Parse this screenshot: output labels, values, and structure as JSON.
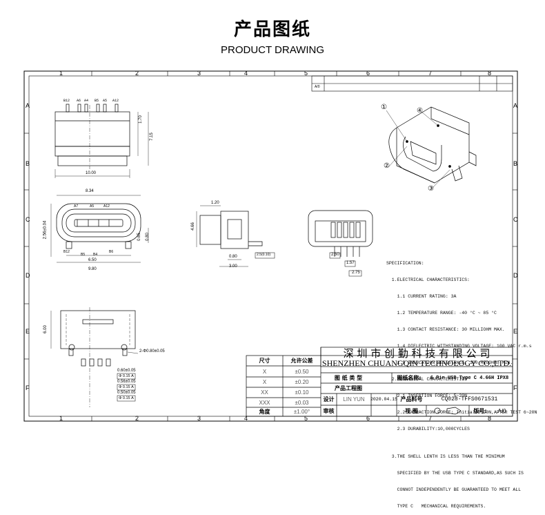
{
  "header": {
    "title_cn": "产品图纸",
    "title_en": "PRODUCT DRAWING"
  },
  "frame": {
    "col_labels": [
      "1",
      "2",
      "3",
      "4",
      "5",
      "6",
      "7",
      "8"
    ],
    "row_labels": [
      "A",
      "B",
      "C",
      "D",
      "E",
      "F"
    ]
  },
  "revision_block": {
    "row1": "A/0"
  },
  "views": {
    "front_top": {
      "pin_labels": [
        "B12",
        "A6",
        "A4",
        "B5",
        "A5",
        "A12"
      ],
      "dims": {
        "h1": "1.70",
        "h2": "7.15",
        "w": "10.00"
      }
    },
    "front": {
      "dims": {
        "top_w": "8.34",
        "a": "A7",
        "b": "A5",
        "c": "A12",
        "left": "2.56±0.04",
        "r1": "0.80",
        "r2": "0.65",
        "bottom1": "6.50",
        "bottom2": "9.80",
        "b1": "B12",
        "b2": "B5",
        "b3": "B4",
        "b4": "B6"
      }
    },
    "side": {
      "dims": {
        "top": "1.20",
        "h": "4.66",
        "w1": "0.80",
        "w2": "3.00",
        "tag": "2.5(0.10)"
      }
    },
    "pins_view": {
      "dims": {
        "a": "2.50",
        "b": "1.57",
        "c": "2.75"
      }
    },
    "bottom": {
      "dims": {
        "left": "6.00",
        "hole": "2-Φ0.80±0.05",
        "d1": "0.60±0.05",
        "t1": "Φ 0.15 A",
        "d2": "0.56±0.05",
        "t2": "Φ 0.15 A",
        "d3": "0.50±0.05",
        "t3": "Φ 0.15 A"
      }
    }
  },
  "callouts": [
    "①",
    "②",
    "③",
    "④"
  ],
  "specification": [
    "SPECIFICATION:",
    "  1.ELECTRICAL CHARACTERISTICS:",
    "    1.1 CURRENT RATING: 3A",
    "    1.2 TEMPERATURE RANGE: -40 °C ~ 85 °C",
    "    1.3 CONTACT RESISTANCE: 30 MILLIOHM MAX.",
    "    1.4 DIELECTRIC WITHSTANDING VOLTAGE: 100 VAC r.m.s",
    "    1.5 INSULATION RESISTANCE: 100 MEGOHMS MIN.",
    "  2.MECHANICAL CHARACTERISTICS",
    "    2.1 INSERTION FORCE: 5~20N",
    "    2.2 EXTRACTION FORCE: Initial:8~20N,AFTER TEST 6~20N",
    "    2.3 DURABILITY:10,000CYCLES",
    "",
    "  3.THE SHELL LENTH IS LESS THAN THE MINIMUM",
    "    SPECIFIED BY THE USB TYPE C STANDARD,AS SUCH IS",
    "    CONNOT INDEPENDENTLY BE GUARANTEED TO MEET ALL",
    "    TYPE C   MECHANICAL REQUIREMENTS."
  ],
  "tolerance_table": {
    "headers": [
      "尺寸",
      "允许公差"
    ],
    "rows": [
      [
        "X",
        "±0.50"
      ],
      [
        "X",
        "±0.20"
      ],
      [
        "XX",
        "±0.10"
      ],
      [
        "XXX",
        "±0.03"
      ],
      [
        "角度",
        "±1.00°"
      ]
    ]
  },
  "title_block": {
    "company_cn": "深 圳 市 创 勤 科 技 有 限 公 司",
    "company_en": "SHENZHEN CHUANGQIN TECHNOLOGY CO.,LTD.",
    "drawing_type_label": "图 纸 类 型",
    "drawing_name_label": "图纸名称:",
    "drawing_name_value": "6 Pin USB Type C 4.66H IPX8",
    "engineering_drawing": "产品工程图",
    "design_label": "设计",
    "designer": "LIN YUN",
    "date": "2020.04.15",
    "part_no_label": "产品料号",
    "part_no": "CQ028-TFFS0671531",
    "review_label": "审核",
    "view_label": "视   图",
    "version_label": "版号:",
    "version": "A/0"
  }
}
